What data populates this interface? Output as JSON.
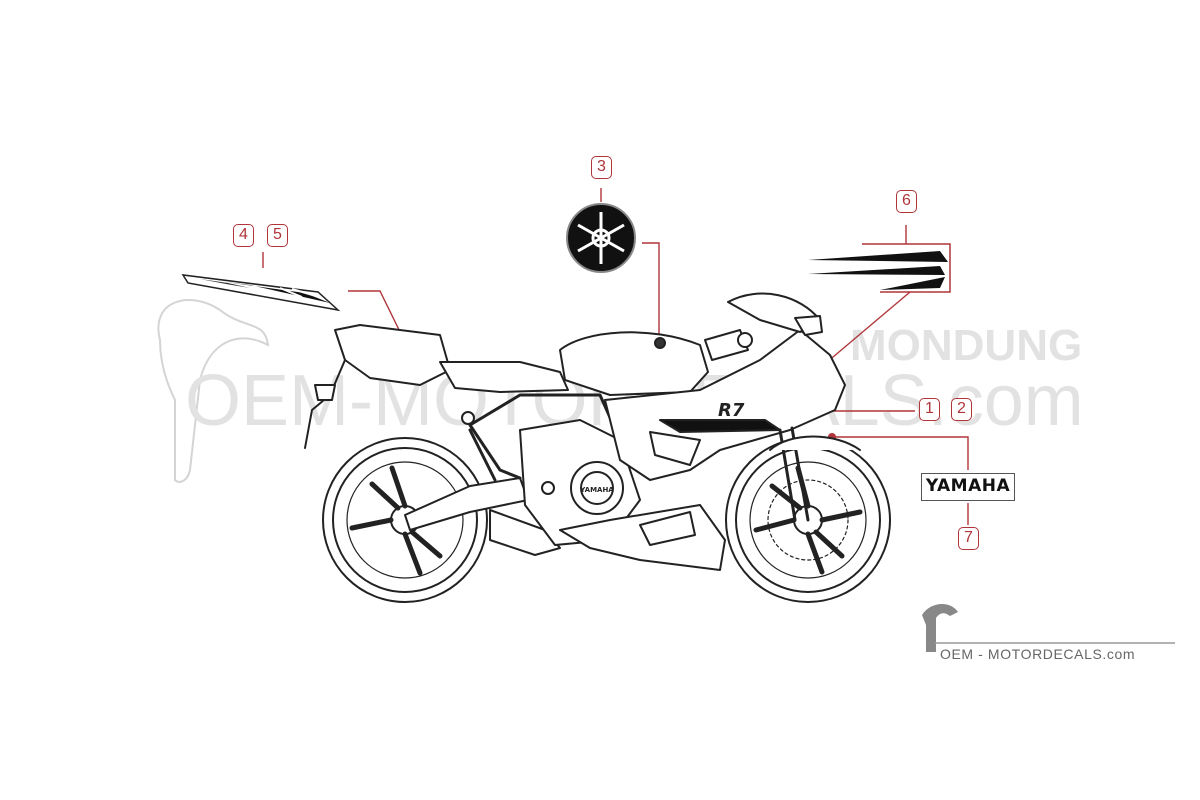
{
  "callouts": [
    {
      "id": "1",
      "label": "1"
    },
    {
      "id": "2",
      "label": "2"
    },
    {
      "id": "3",
      "label": "3"
    },
    {
      "id": "4",
      "label": "4"
    },
    {
      "id": "5",
      "label": "5"
    },
    {
      "id": "6",
      "label": "6"
    },
    {
      "id": "7",
      "label": "7"
    }
  ],
  "decals": {
    "yamaha_text": "YAMAHA",
    "model_badge": "R7",
    "engine_cover_text": "YAMAHA"
  },
  "footer": {
    "brand_text": "OEM - MOTORDECALS.com"
  },
  "watermark": {
    "line1": "OEM-MOTORDECALS.com",
    "line2": "MONDUNG"
  },
  "colors": {
    "accent": "#b0353a",
    "line": "#222222",
    "watermark": "#cfcfcf"
  }
}
